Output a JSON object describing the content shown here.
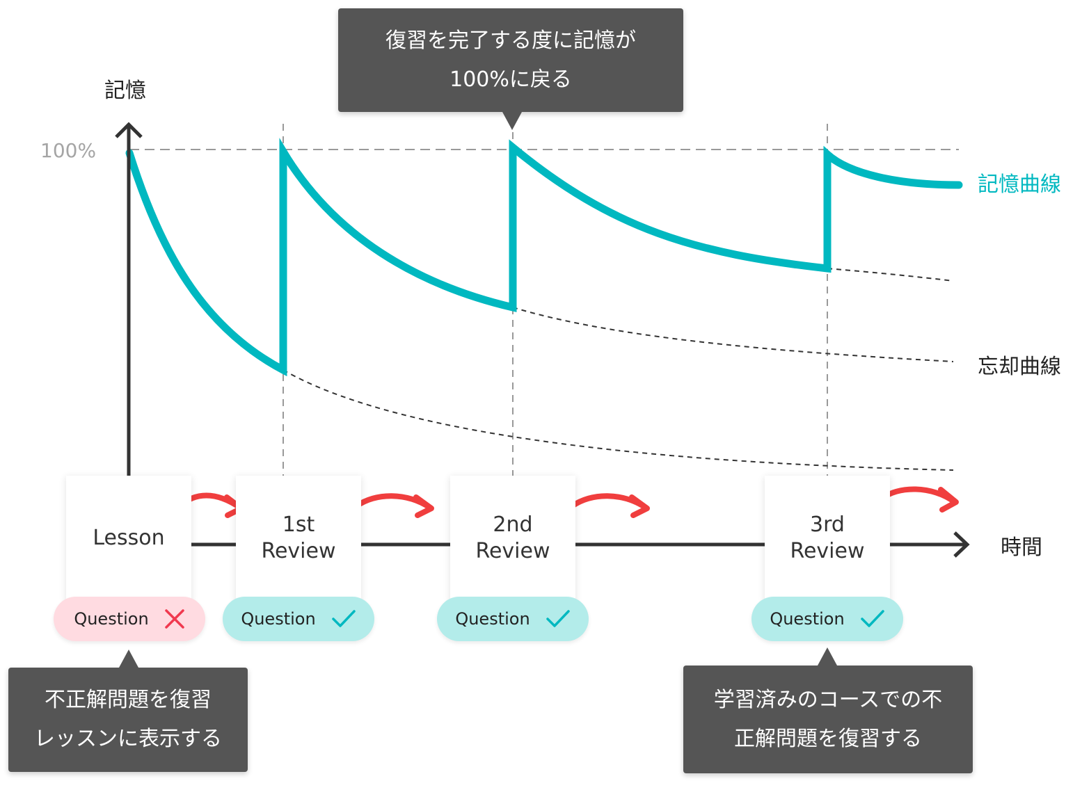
{
  "axis": {
    "y_label": "記憶",
    "y_tick": "100%",
    "x_label": "時間"
  },
  "legend": {
    "memory_curve": "記憶曲線",
    "forgetting_curve": "忘却曲線"
  },
  "colors": {
    "memory_curve": "#00b8c0",
    "forgetting_curve": "#333333",
    "arrow": "#f03e3e",
    "axis": "#333333",
    "callout": "#555555",
    "pill_incorrect": "#ffdbe1",
    "pill_correct": "#b3ecea"
  },
  "stages": [
    {
      "lines": [
        "Lesson"
      ],
      "question": "Question",
      "result": "incorrect",
      "result_icon": "cross-icon"
    },
    {
      "lines": [
        "1st",
        "Review"
      ],
      "question": "Question",
      "result": "correct",
      "result_icon": "check-icon"
    },
    {
      "lines": [
        "2nd",
        "Review"
      ],
      "question": "Question",
      "result": "correct",
      "result_icon": "check-icon"
    },
    {
      "lines": [
        "3rd",
        "Review"
      ],
      "question": "Question",
      "result": "correct",
      "result_icon": "check-icon"
    }
  ],
  "callouts": {
    "top": [
      "復習を完了する度に記憶が",
      "100%に戻る"
    ],
    "bottom_left": [
      "不正解問題を復習",
      "レッスンに表示する"
    ],
    "bottom_right": [
      "学習済みのコースでの不",
      "正解問題を復習する"
    ]
  }
}
